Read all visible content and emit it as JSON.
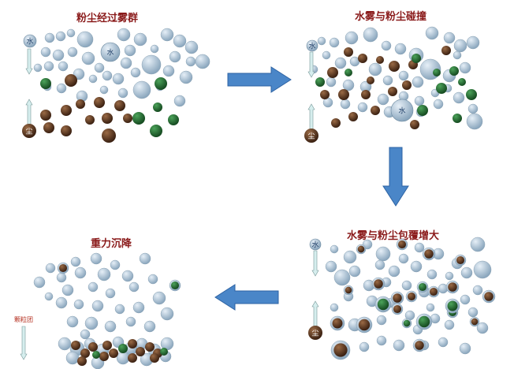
{
  "colors": {
    "title": "#8a1a1a",
    "arrow": "#4a86c8",
    "water_light": "#e6eff7",
    "water_dark": "#8aa6bd",
    "dust_light": "#9a6a45",
    "dust_dark": "#3a2011",
    "green_light": "#4ca35a",
    "green_dark": "#154a20",
    "indicator": "#d6eeee"
  },
  "panels": [
    {
      "id": "p1",
      "title": "粉尘经过雾群",
      "water_tag": "水",
      "dust_tag": "尘",
      "center_tag": "水"
    },
    {
      "id": "p2",
      "title": "水雾与粉尘碰撞",
      "water_tag": "水",
      "dust_tag": "尘",
      "center_tag": "水"
    },
    {
      "id": "p3",
      "title": "水雾与粉尘包覆增大",
      "water_tag": "水",
      "dust_tag": "尘"
    },
    {
      "id": "p4",
      "title": "重力沉降",
      "side_label": "颗粒团"
    }
  ],
  "arrows": [
    {
      "name": "arrow-p1-to-p2",
      "direction": "right"
    },
    {
      "name": "arrow-p2-to-p3",
      "direction": "down"
    },
    {
      "name": "arrow-p3-to-p4",
      "direction": "left"
    }
  ]
}
